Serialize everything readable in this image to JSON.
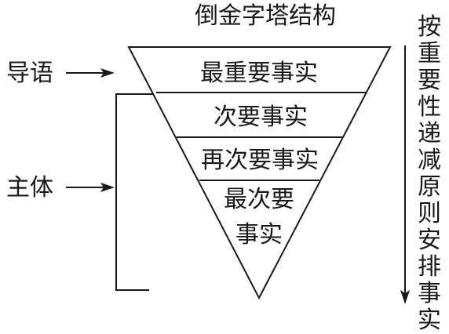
{
  "title": "倒金字塔结构",
  "left_labels": {
    "lead": "导语",
    "body": "主体"
  },
  "layers": [
    {
      "label": "最重要事实"
    },
    {
      "label": "次要事实"
    },
    {
      "label": "再次要事实"
    },
    {
      "label": "最次要"
    },
    {
      "label": "事实"
    }
  ],
  "side_text": "按重要性递减原则安排事实"
}
